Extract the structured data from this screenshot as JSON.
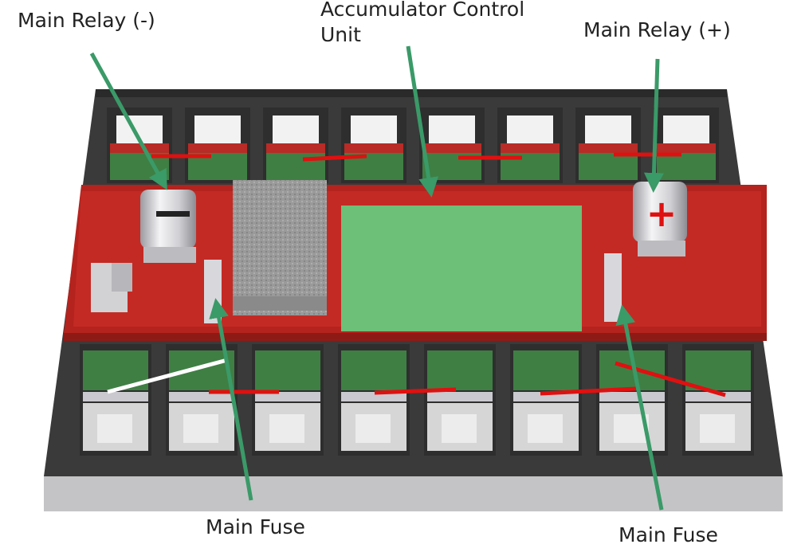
{
  "labels": {
    "relay_neg": "Main Relay (-)",
    "acu_line1": "Accumulator Control",
    "acu_line2": "Unit",
    "relay_pos": "Main Relay (+)",
    "fuse_left": "Main Fuse",
    "fuse_right": "Main Fuse"
  },
  "symbols": {
    "negative": "−",
    "positive": "+"
  },
  "colors": {
    "arrow": "#3a9a68",
    "tray": "#b4231e",
    "acu_board": "#6cc077",
    "enclosure": "#3a3a3a",
    "interconnect": "#e01010"
  }
}
